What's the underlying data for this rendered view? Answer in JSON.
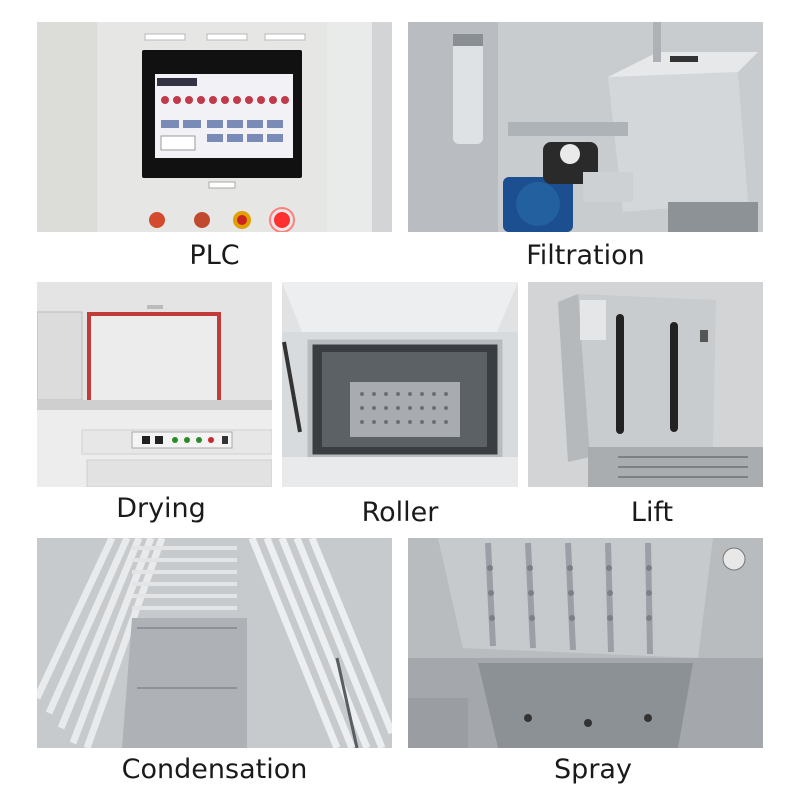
{
  "captions": {
    "plc": "PLC",
    "filtration": "Filtration",
    "drying": "Drying",
    "roller": "Roller",
    "lift": "Lift",
    "condensation": "Condensation",
    "spray": "Spray"
  },
  "photos": {
    "plc": "plc-control-panel-photo",
    "filtration": "filtration-pump-photo",
    "drying": "drying-cabinet-photo",
    "roller": "roller-basket-photo",
    "lift": "lift-tank-photo",
    "condensation": "condensation-pipes-photo",
    "spray": "spray-tank-photo"
  }
}
